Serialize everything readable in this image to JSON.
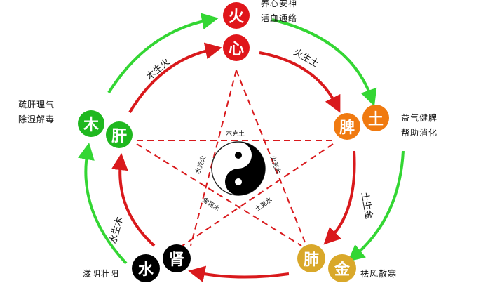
{
  "elements": {
    "fire": "火",
    "earth": "土",
    "wood": "木",
    "metal": "金",
    "water": "水"
  },
  "organs": {
    "heart": "心",
    "spleen": "脾",
    "liver": "肝",
    "lung": "肺",
    "kidney": "肾"
  },
  "notes": {
    "fire": [
      "养心安神",
      "活血通络"
    ],
    "wood": [
      "疏肝理气",
      "除湿解毒"
    ],
    "earth": [
      "益气健脾",
      "帮助消化"
    ],
    "water": [
      "滋阴壮阳"
    ],
    "metal": [
      "祛风散寒"
    ]
  },
  "generating": {
    "wood_fire": "木生火",
    "fire_earth": "火生土",
    "earth_metal": "土生金",
    "water_wood": "水生木"
  },
  "controlling": {
    "wood_earth": "木克土",
    "water_fire": "水克火",
    "fire_metal": "火克金",
    "metal_wood": "金克木",
    "earth_water": "土克水"
  },
  "colors": {
    "fire": "#e0161b",
    "earth": "#f07a10",
    "wood": "#1fb81f",
    "metal": "#d9a82a",
    "water": "#000000",
    "green_arrow": "#33d633",
    "red_arrow": "#d9191c"
  }
}
